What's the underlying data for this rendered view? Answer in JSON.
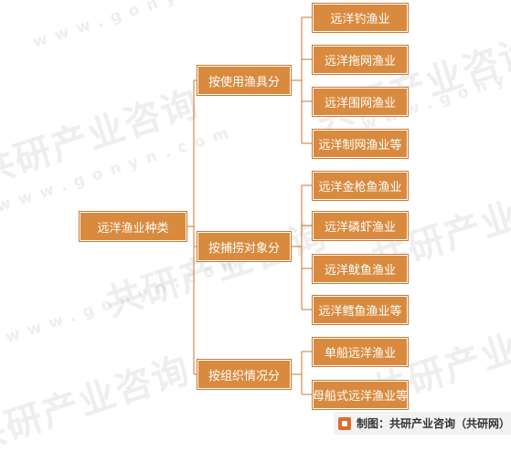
{
  "watermark": {
    "cn": "共研产业咨询",
    "en": "www.gonyn.com"
  },
  "diagram": {
    "root": "远洋渔业种类",
    "groups": [
      {
        "label": "按使用渔具分",
        "items": [
          "远洋钓渔业",
          "远洋拖网渔业",
          "远洋围网渔业",
          "远洋制网渔业等"
        ]
      },
      {
        "label": "按捕捞对象分",
        "items": [
          "远洋金枪鱼渔业",
          "远洋磷虾渔业",
          "远洋鱿鱼渔业",
          "远洋鳕鱼渔业等"
        ]
      },
      {
        "label": "按组织情况分",
        "items": [
          "单船远洋渔业",
          "母船式远洋渔业等"
        ]
      }
    ]
  },
  "colors": {
    "node_fill": "#d98a3e",
    "connector": "#c8782c"
  },
  "footer": {
    "credit": "制图：共研产业咨询（共研网）"
  }
}
